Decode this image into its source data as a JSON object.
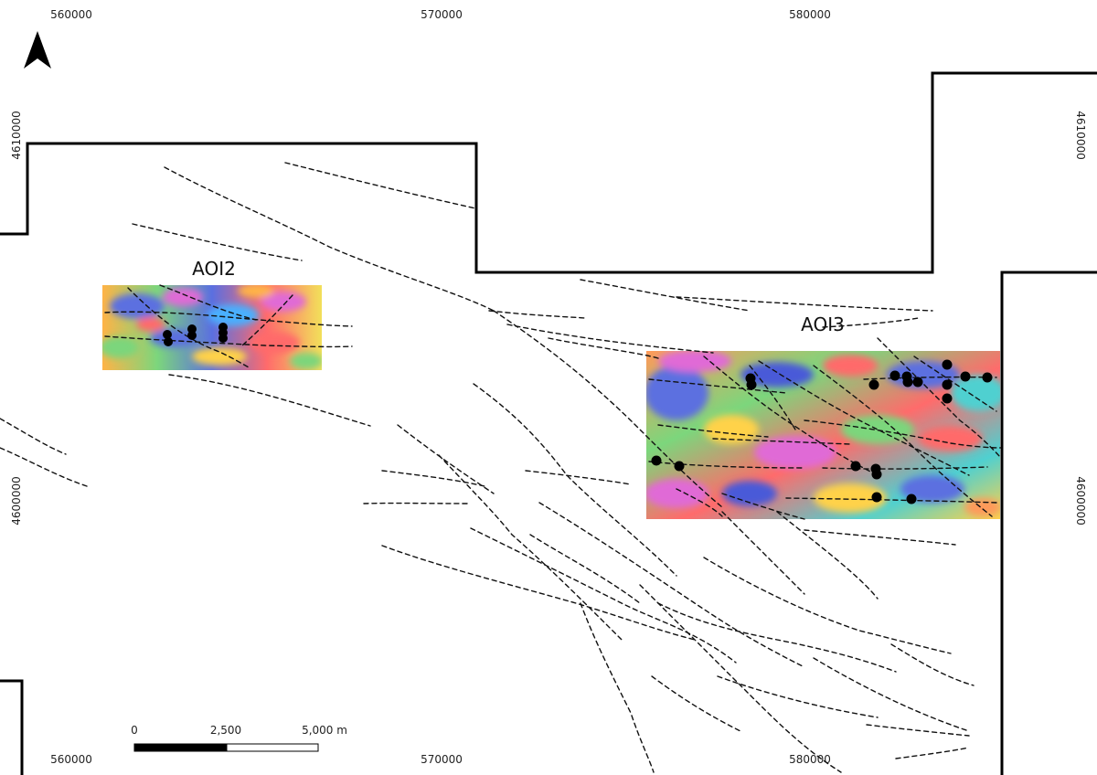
{
  "map": {
    "easting_labels": [
      "560000",
      "570000",
      "580000"
    ],
    "northing_labels": [
      "4610000",
      "4600000"
    ],
    "aoi_labels": [
      "AOI2",
      "AOI3"
    ],
    "scale_bar": {
      "labels": [
        "0",
        "2,500",
        "5,000 m"
      ]
    },
    "north_arrow_icon": "north-arrow-icon",
    "colors": {
      "boundary": "#000000",
      "faults": "#111111",
      "points": "#000000"
    }
  }
}
